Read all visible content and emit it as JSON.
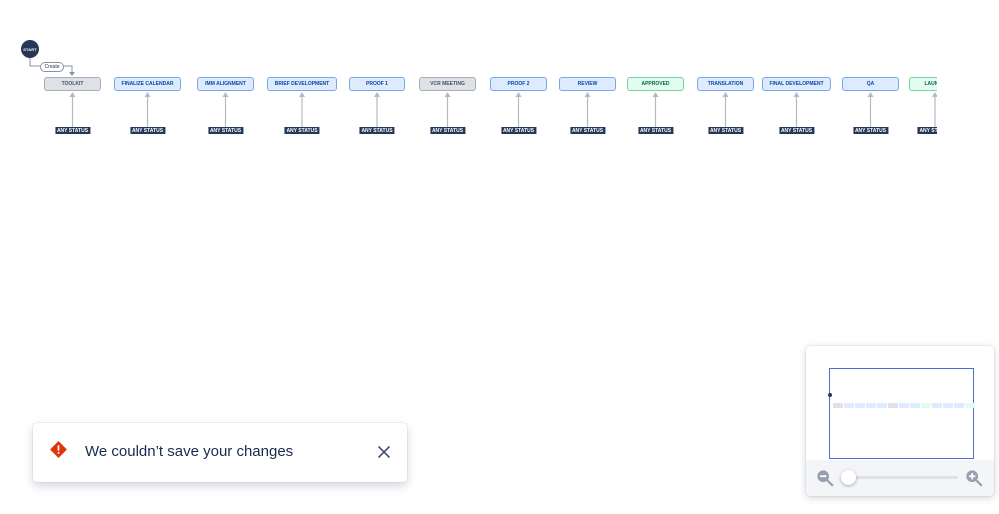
{
  "workflow": {
    "start_label": "START",
    "create_label": "Create",
    "any_status_label": "ANY STATUS",
    "statuses": [
      {
        "label": "TOOLKIT",
        "category": "gray"
      },
      {
        "label": "FINALIZE CALENDAR",
        "category": "blue"
      },
      {
        "label": "IMM ALIGNMENT",
        "category": "blue"
      },
      {
        "label": "BRIEF DEVELOPMENT",
        "category": "blue"
      },
      {
        "label": "PROOF 1",
        "category": "blue"
      },
      {
        "label": "VCR MEETING",
        "category": "gray"
      },
      {
        "label": "PROOF 2",
        "category": "blue"
      },
      {
        "label": "REVIEW",
        "category": "blue"
      },
      {
        "label": "APPROVED",
        "category": "green"
      },
      {
        "label": "TRANSLATION",
        "category": "blue"
      },
      {
        "label": "FINAL DEVELOPMENT",
        "category": "blue"
      },
      {
        "label": "QA",
        "category": "blue"
      },
      {
        "label": "LAUNCH",
        "category": "green"
      }
    ]
  },
  "toast": {
    "message": "We couldn’t save your changes",
    "icon": "warning-icon",
    "close_icon": "close-icon"
  },
  "minimap": {
    "zoom_out_icon": "zoom-out-icon",
    "zoom_in_icon": "zoom-in-icon",
    "zoom_level": 0.0
  },
  "colors": {
    "status_gray": "#dfe1e6",
    "status_blue": "#deebff",
    "status_green": "#e3fcef",
    "dark_navy": "#253858",
    "error": "#de350b"
  }
}
